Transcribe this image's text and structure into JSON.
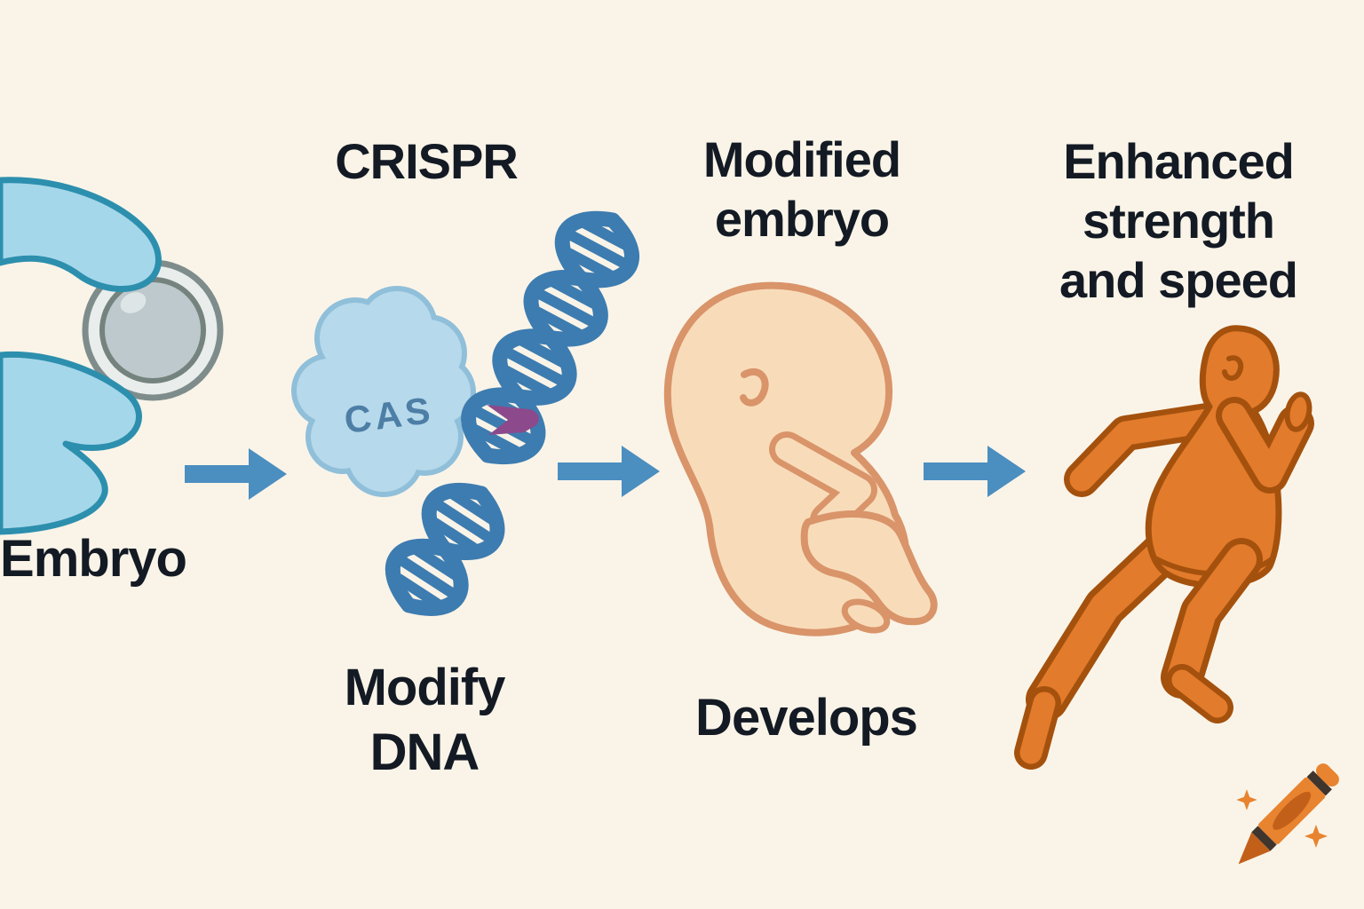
{
  "colors": {
    "background": "#faf4e8",
    "text": "#131a24",
    "arrow_blue": "#4b8ec0",
    "glove_blue": "#a5d7ea",
    "glove_outline": "#2d8fae",
    "embryo_cell_gray": "#bdc9cc",
    "dna_blue": "#3d7cb0",
    "cas_cloud_blue": "#b6d9eb",
    "cas_text_blue": "#4d7ea6",
    "cut_purple": "#8c4a8c",
    "fetus_skin": "#f8dcba",
    "fetus_outline": "#d9946a",
    "runner_orange": "#e27b2b",
    "runner_outline": "#a4510e",
    "crayon_orange": "#e8832f"
  },
  "stages": {
    "embryo": {
      "caption": "Embryo",
      "icon": "gloved-hand-holding-embryo-icon"
    },
    "crispr": {
      "title": "CRISPR",
      "cas_label": "CAS",
      "caption_line1": "Modify",
      "caption_line2": "DNA",
      "icon": "dna-helix-with-cas-icon"
    },
    "modified_embryo": {
      "title_line1": "Modified",
      "title_line2": "embryo",
      "caption": "Develops",
      "icon": "fetus-icon"
    },
    "enhanced": {
      "title_line1": "Enhanced",
      "title_line2": "strength",
      "title_line3": "and speed",
      "icon": "running-man-icon"
    }
  },
  "watermark": {
    "icon": "crayon-with-sparkles-icon"
  }
}
